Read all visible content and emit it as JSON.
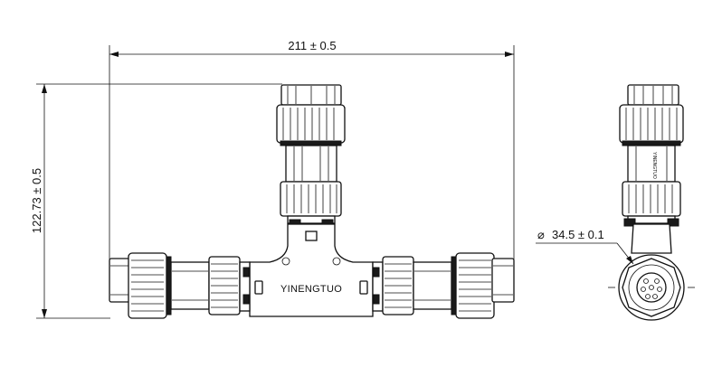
{
  "dimensions": {
    "width": "211 ± 0.5",
    "height": "122.73 ± 0.5",
    "diameter": "34.5 ± 0.1",
    "diameter_symbol": "⌀"
  },
  "product": {
    "brand_front": "YINENGTUO",
    "brand_side": "YINENGTUO"
  }
}
